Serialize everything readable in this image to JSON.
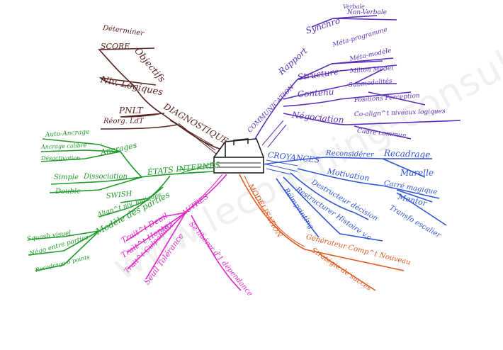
{
  "center": {
    "name": "toolbox"
  },
  "watermark": "www.lecoaching-consulting.fr",
  "branches": {
    "diagnostique": {
      "title": "DIAGNOSTIQUE",
      "color": "#5a2420",
      "items": [
        "Déterminer",
        "SCORE",
        "Objectifs",
        "Niv. Logiques",
        "PNLT",
        "Réorg. LdT"
      ]
    },
    "communication": {
      "title": "COMMUNICATION",
      "color": "#5a2fb8",
      "items": [
        "Rapport",
        "Synchro",
        "Verbale",
        "Non-Verbale",
        "Structure",
        "Méta-programme",
        "Méta-modèle",
        "Milton Model",
        "Contenu",
        "Submodalités",
        "Positions Perception",
        "Négociation",
        "Co-align^t niveaux logiques",
        "Cadre commun"
      ]
    },
    "croyances": {
      "title": "CROYANCES",
      "color": "#2f55d6",
      "items": [
        "Reconsidérer",
        "Recadrage",
        "Marelle",
        "Motivation",
        "Carré magique",
        "Mentor",
        "Transfo escalier",
        "Destructeur décision",
        "Restructurer Histoire v.c",
        "Réimprinting"
      ]
    },
    "modelisation": {
      "title": "MODÉLISATION",
      "color": "#e05a20",
      "items": [
        "Générateur Comp^t Nouveau",
        "Stratégie de succès"
      ]
    },
    "autres": {
      "title": "AUTRES",
      "color": "#e028c8",
      "items": [
        "Trait^t Deuil",
        "Trait^t Honte",
        "Trait^t Culpabilité",
        "Seuil Tolérance",
        "Se libérer d'1 dépendance"
      ]
    },
    "etats_internes": {
      "title": "ÉTATS INTERNES",
      "color": "#1f9a2a",
      "items": [
        "Ancrages",
        "Auto-Ancrage",
        "Ancrage calibré",
        "Désactivation",
        "Dissociation",
        "Simple",
        "Double",
        "SWISH",
        "Align^t niv. logiques",
        "Modèle des parties",
        "Squash visuel",
        "Négo entre parties",
        "Recadrage 6 points"
      ]
    }
  }
}
